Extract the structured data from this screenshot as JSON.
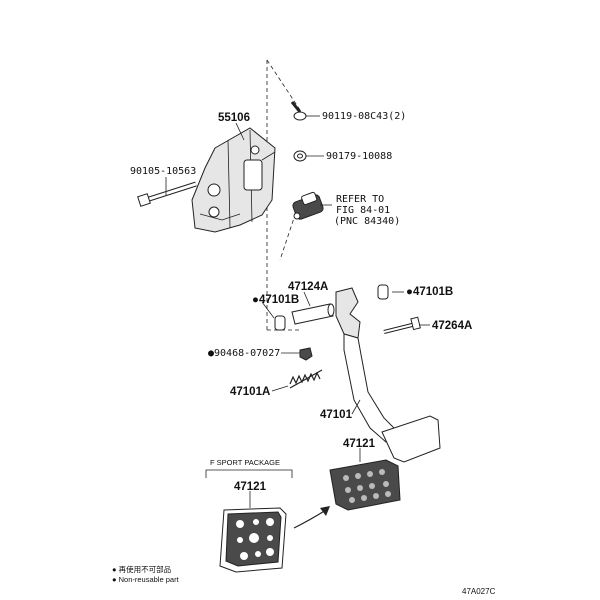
{
  "labels": {
    "p55106": "55106",
    "p90119": "90119-08C43(2)",
    "p90179": "90179-10088",
    "p90105": "90105-10563",
    "refer_line1": "REFER TO",
    "refer_line2": "FIG 84-01",
    "refer_line3": "(PNC 84340)",
    "p47124A": "47124A",
    "p47101B_left": "●47101B",
    "p47101B_right": "●47101B",
    "p47264A": "47264A",
    "p90468": "●90468-07027",
    "p47101A": "47101A",
    "p47101": "47101",
    "p47121_right": "47121",
    "package_title": "F SPORT PACKAGE",
    "p47121_left": "47121"
  },
  "legend": {
    "line1": "● 再使用不可部品",
    "line2": "● Non-reusable part"
  },
  "figure_code": "47A027C"
}
